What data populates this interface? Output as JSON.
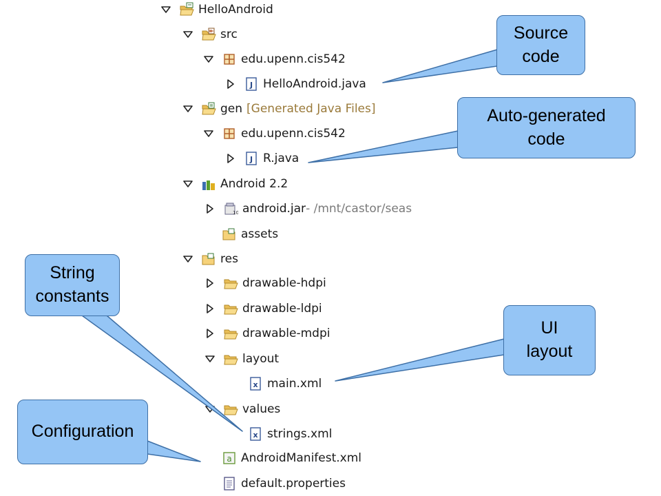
{
  "tree": [
    {
      "label": "HelloAndroid",
      "icon": "project-icon",
      "twisty": "expanded"
    },
    {
      "label": "src",
      "icon": "source-folder-icon",
      "twisty": "expanded"
    },
    {
      "label": "edu.upenn.cis542",
      "icon": "package-icon",
      "twisty": "expanded"
    },
    {
      "label": "HelloAndroid.java",
      "icon": "java-file-icon",
      "twisty": "collapsed"
    },
    {
      "label": "gen",
      "decoration": "[Generated Java Files]",
      "icon": "generated-folder-icon",
      "twisty": "expanded"
    },
    {
      "label": "edu.upenn.cis542",
      "icon": "package-icon",
      "twisty": "expanded"
    },
    {
      "label": "R.java",
      "icon": "java-file-icon",
      "twisty": "collapsed"
    },
    {
      "label": "Android 2.2",
      "icon": "library-icon",
      "twisty": "expanded"
    },
    {
      "label": "android.jar",
      "path": " - /mnt/castor/seas",
      "icon": "jar-icon",
      "twisty": "collapsed"
    },
    {
      "label": "assets",
      "icon": "folder-icon",
      "twisty": "none"
    },
    {
      "label": "res",
      "icon": "folder-icon",
      "twisty": "expanded"
    },
    {
      "label": "drawable-hdpi",
      "icon": "open-folder-icon",
      "twisty": "collapsed"
    },
    {
      "label": "drawable-ldpi",
      "icon": "open-folder-icon",
      "twisty": "collapsed"
    },
    {
      "label": "drawable-mdpi",
      "icon": "open-folder-icon",
      "twisty": "collapsed"
    },
    {
      "label": "layout",
      "icon": "open-folder-icon",
      "twisty": "expanded"
    },
    {
      "label": "main.xml",
      "icon": "xml-file-icon",
      "twisty": "none"
    },
    {
      "label": "values",
      "icon": "open-folder-icon",
      "twisty": "expanded"
    },
    {
      "label": "strings.xml",
      "icon": "xml-file-icon",
      "twisty": "none"
    },
    {
      "label": "AndroidManifest.xml",
      "icon": "android-manifest-icon",
      "twisty": "none"
    },
    {
      "label": "default.properties",
      "icon": "properties-file-icon",
      "twisty": "none"
    }
  ],
  "callouts": [
    {
      "id": "source",
      "text": "Source\ncode"
    },
    {
      "id": "generated",
      "text": "Auto-generated\ncode"
    },
    {
      "id": "strings",
      "text": "String\nconstants"
    },
    {
      "id": "layout",
      "text": "UI\nlayout"
    },
    {
      "id": "config",
      "text": "Configuration"
    }
  ],
  "colors": {
    "callout_fill": "#95c5f5",
    "callout_border": "#3d6fa6"
  }
}
